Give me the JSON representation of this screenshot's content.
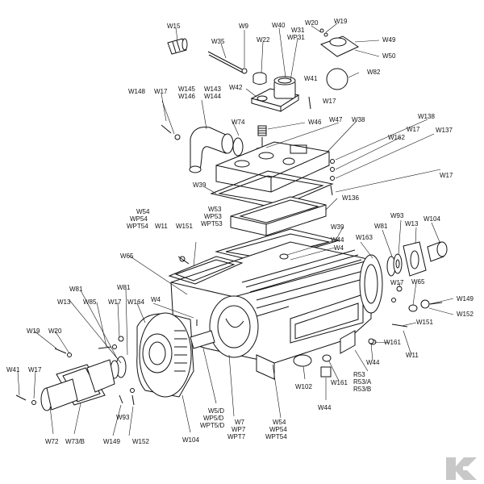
{
  "labels": {
    "W15": "W15",
    "W35": "W35",
    "W9": "W9",
    "W22": "W22",
    "W40": "W40",
    "W31": "W31",
    "WP31": "WP31",
    "W20a": "W20",
    "W19a": "W19",
    "W49": "W49",
    "W50": "W50",
    "W148a": "W148",
    "W17a": "W17",
    "W145": "W145",
    "W146": "W146",
    "W143": "W143",
    "W144": "W144",
    "W42": "W42",
    "W41a": "W41",
    "W82": "W82",
    "W17b": "W17",
    "W74": "W74",
    "W46": "W46",
    "W47": "W47",
    "W38": "W38",
    "W138": "W138",
    "W17c": "W17",
    "W162": "W162",
    "W137": "W137",
    "W17d": "W17",
    "W39a": "W39",
    "W136": "W136",
    "W54a": "W54",
    "WP54a": "WP54",
    "WPT54a": "WPT54",
    "W53": "W53",
    "WP53": "WP53",
    "WPT53": "WPT53",
    "W11a": "W11",
    "W151a": "W151",
    "W39b": "W39",
    "W44a": "W44",
    "W4a": "W4",
    "W163": "W163",
    "W81a": "W81",
    "W93a": "W93",
    "W13a": "W13",
    "W104a": "W104",
    "W65a": "W65",
    "W17e": "W17",
    "W65b": "W65",
    "W149a": "W149",
    "W152a": "W152",
    "W81b": "W81",
    "W81c": "W81",
    "W13b": "W13",
    "W85": "W85",
    "W17f": "W17",
    "W164": "W164",
    "W4b": "W4",
    "W151b": "W151",
    "W19b": "W19",
    "W20b": "W20",
    "W161a": "W161",
    "W11b": "W11",
    "W41b": "W41",
    "W17g": "W17",
    "W44b": "W44",
    "W102": "W102",
    "W161b": "W161",
    "R53": "R53",
    "R53A": "R53/A",
    "R53B": "R53/B",
    "W93b": "W93",
    "W5D": "W5/D",
    "WP5D": "WP5/D",
    "WPT5D": "WPT5/D",
    "W7": "W7",
    "WP7": "WP7",
    "WPT7": "WPT7",
    "W54b": "W54",
    "WP54b": "WP54",
    "WPT54b": "WPT54",
    "W44c": "W44",
    "W72": "W72",
    "W73B": "W73/B",
    "W149b": "W149",
    "W152b": "W152",
    "W104b": "W104"
  }
}
